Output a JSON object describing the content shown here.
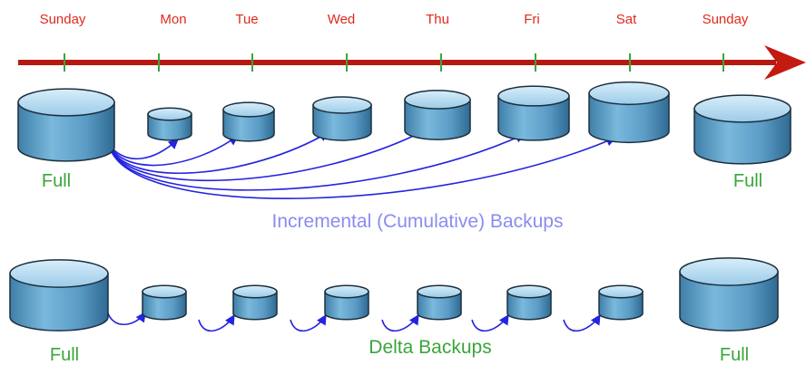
{
  "colors": {
    "timeline": "#b51a12",
    "tick": "#3aa63a",
    "day_label": "#e0281c",
    "full_label": "#3aa63a",
    "incremental_caption": "#8a8cf0",
    "delta_caption": "#3aa63a",
    "arrow": "#2323e0",
    "cylinder_body": "#6aaad0",
    "cylinder_top": "#bfe0f4",
    "cylinder_outline": "#1c2f3e"
  },
  "timeline": {
    "days": [
      "Sunday",
      "Mon",
      "Tue",
      "Wed",
      "Thu",
      "Fri",
      "Sat",
      "Sunday"
    ]
  },
  "incremental": {
    "start_label": "Full",
    "end_label": "Full",
    "caption": "Incremental (Cumulative) Backups"
  },
  "delta": {
    "start_label": "Full",
    "end_label": "Full",
    "caption": "Delta Backups"
  }
}
